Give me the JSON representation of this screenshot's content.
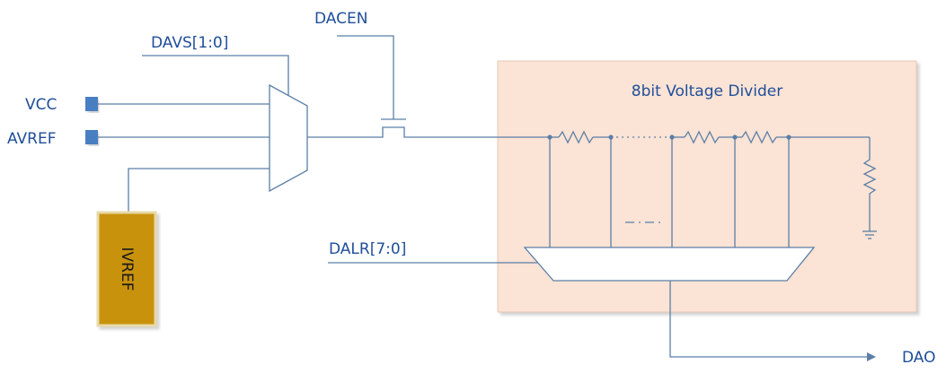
{
  "signals": {
    "dacen": "DACEN",
    "davs": "DAVS[1:0]",
    "vcc": "VCC",
    "avref": "AVREF",
    "dalr": "DALR[7:0]",
    "dao": "DAO"
  },
  "ivref_block": {
    "label": "IVREF",
    "color": "#c9920a"
  },
  "divider_block": {
    "title": "8bit Voltage Divider",
    "color": "#fbe3d5"
  },
  "colors": {
    "wire": "#5b7fa6",
    "text": "#1f4e99",
    "terminal": "#4a7fc1"
  }
}
